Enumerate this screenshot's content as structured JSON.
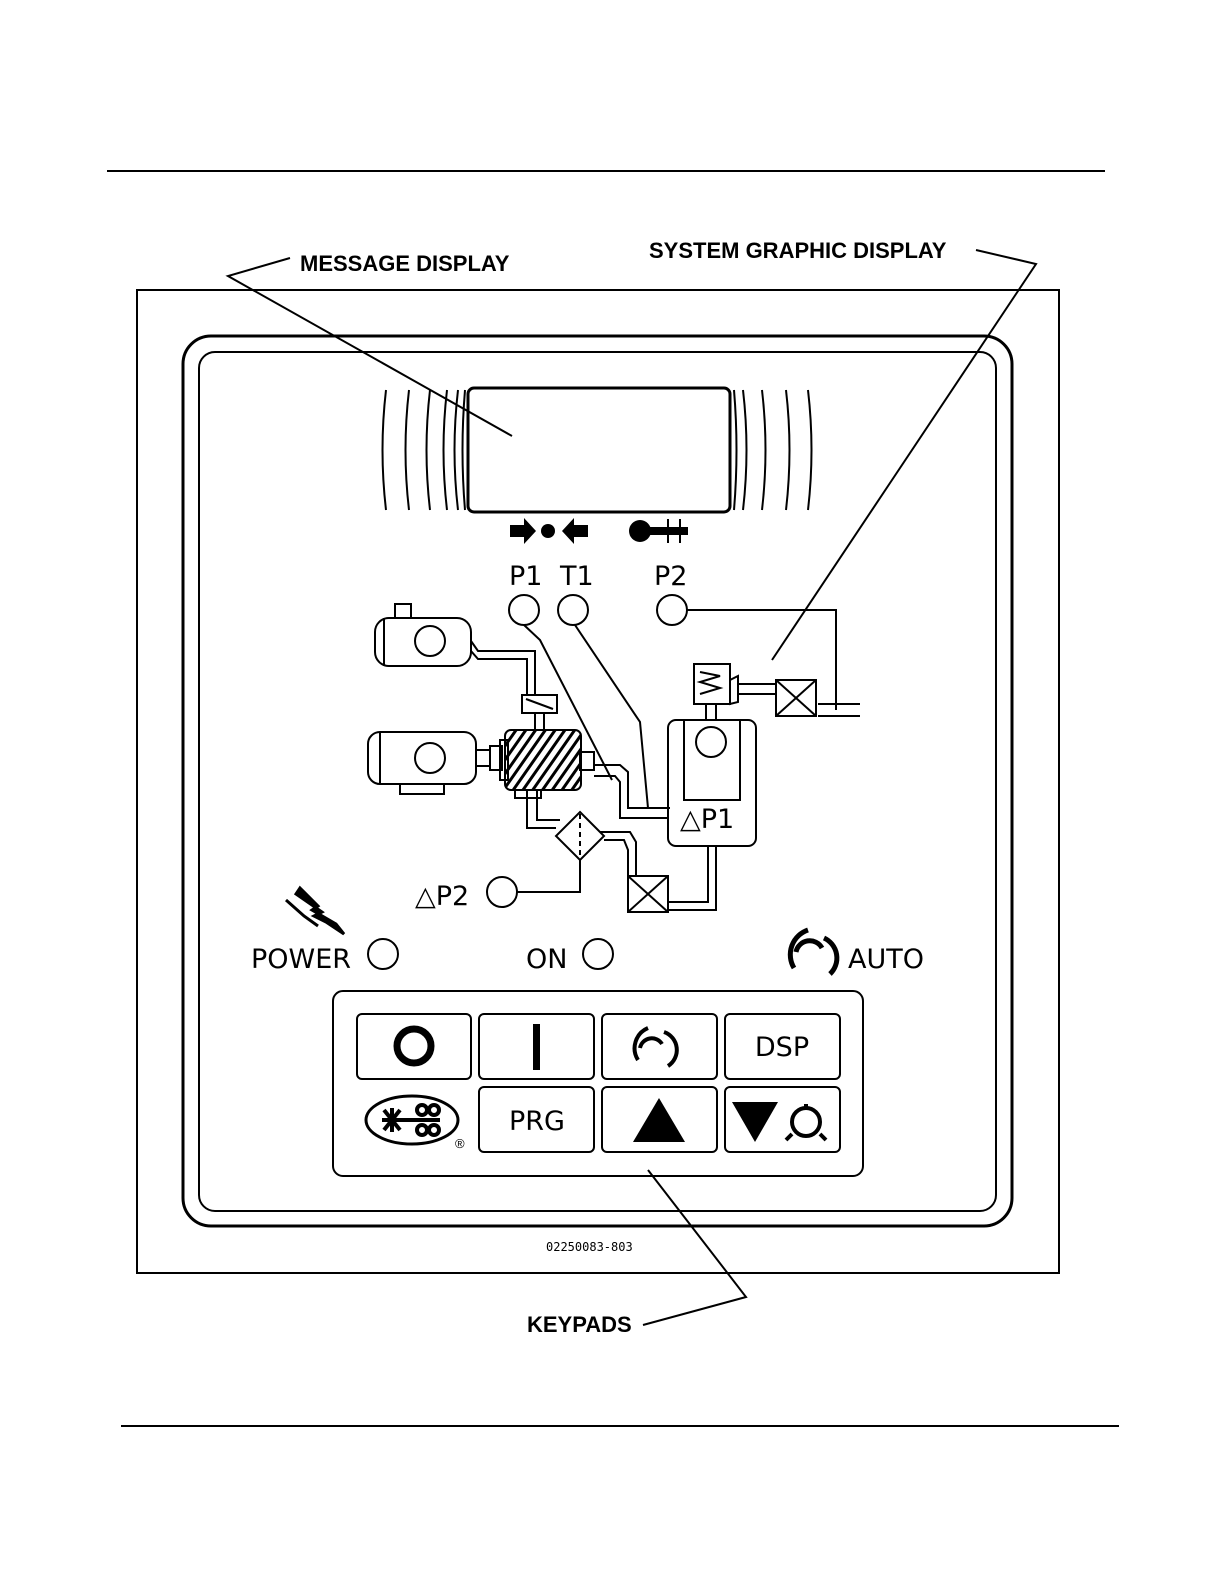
{
  "callouts": {
    "message_display": "MESSAGE DISPLAY",
    "system_graphic_display": "SYSTEM GRAPHIC DISPLAY",
    "keypads": "KEYPADS"
  },
  "indicators": {
    "p1": "P1",
    "t1": "T1",
    "p2": "P2",
    "delta_p1": "△P1",
    "delta_p2": "△P2",
    "power": "POWER",
    "on": "ON",
    "auto": "AUTO"
  },
  "keypad": {
    "stop_icon": "circle-stop-icon",
    "start_icon": "vertical-bar-start-icon",
    "auto_icon": "swirl-auto-icon",
    "dsp_label": "DSP",
    "prg_label": "PRG",
    "up_icon": "triangle-up-icon",
    "down_icon": "triangle-down-reset-icon",
    "logo_icon": "brand-logo-icon",
    "registered_mark": "®"
  },
  "part_number": "02250083-803"
}
